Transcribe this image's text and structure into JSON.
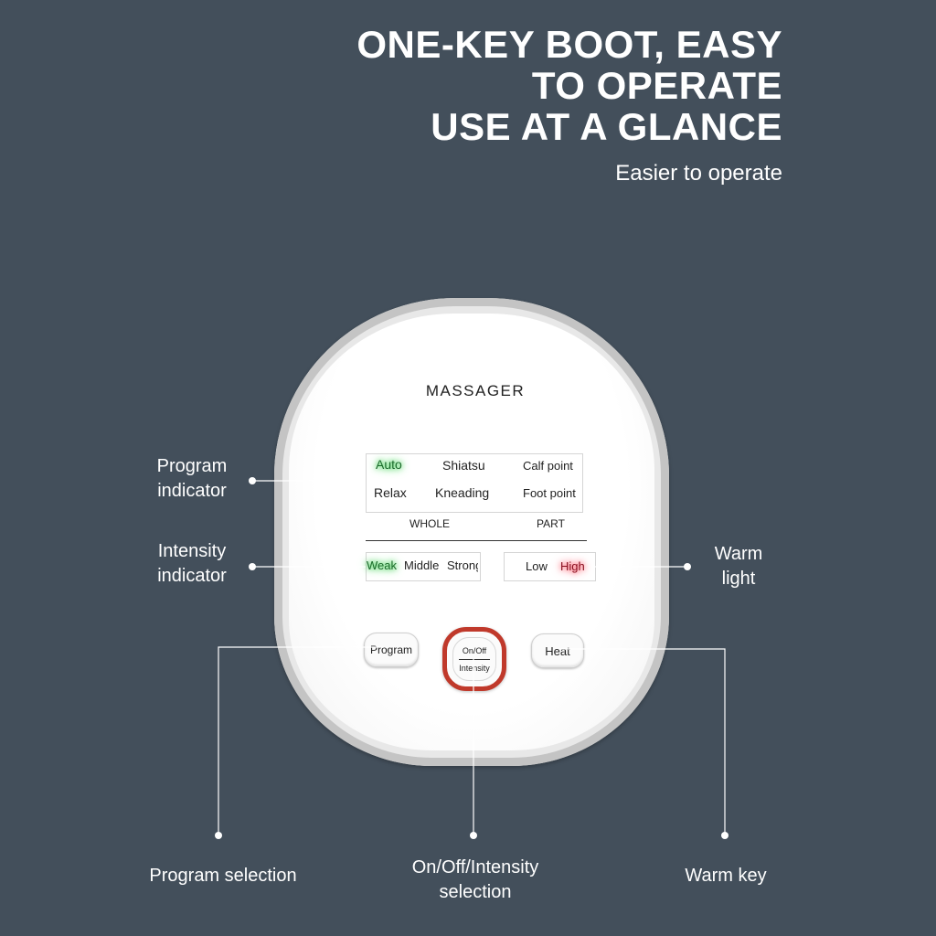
{
  "headline": {
    "lines": [
      "ONE-KEY BOOT, EASY",
      "TO OPERATE",
      "USE AT A GLANCE"
    ],
    "subtitle": "Easier to operate"
  },
  "device": {
    "label": "MASSAGER",
    "program_modes": {
      "row1": [
        "Auto",
        "Shiatsu",
        "Calf point"
      ],
      "row2": [
        "Relax",
        "Kneading",
        "Foot point"
      ],
      "active": "Auto"
    },
    "sections": {
      "whole": "WHOLE",
      "part": "PART"
    },
    "intensity_levels": [
      "Weak",
      "Middle",
      "Strong"
    ],
    "intensity_active": "Weak",
    "heat_levels": [
      "Low",
      "High"
    ],
    "heat_active": "High",
    "buttons": {
      "program": "Program",
      "power_top": "On/Off",
      "power_bottom": "Intensity",
      "heat": "Heat"
    }
  },
  "callouts": {
    "program_indicator": [
      "Program",
      "indicator"
    ],
    "intensity_indicator": [
      "Intensity",
      "indicator"
    ],
    "warm_light": [
      "Warm",
      "light"
    ],
    "program_selection": "Program selection",
    "onoff_selection": [
      "On/Off/Intensity",
      "selection"
    ],
    "warm_key": "Warm key"
  },
  "colors": {
    "background": "#434f5b",
    "power_ring": "#c0392b",
    "active_green": "#2ecc40",
    "active_red": "#ff4d5e"
  }
}
